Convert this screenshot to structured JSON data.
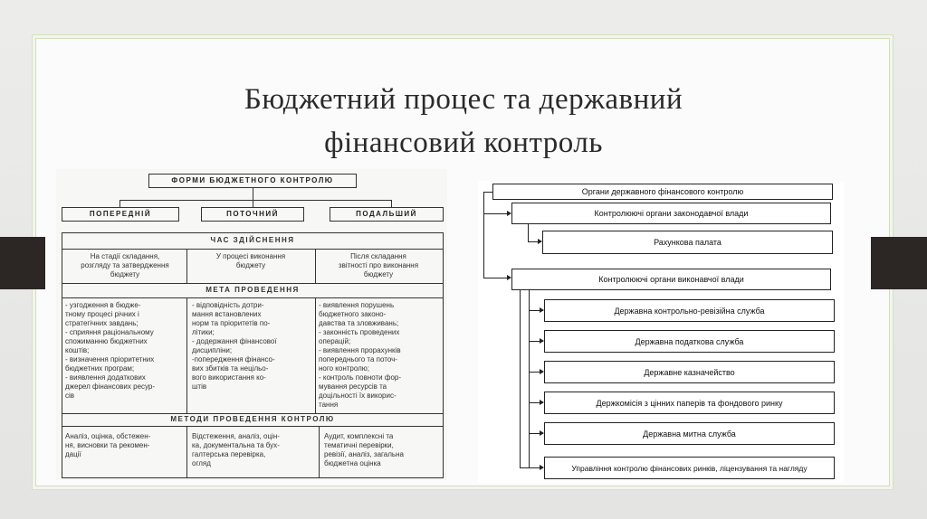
{
  "slide": {
    "title_line1": "Бюджетний процес та державний",
    "title_line2": "фінансовий контроль"
  },
  "left_diagram": {
    "top": "ФОРМИ БЮДЖЕТНОГО КОНТРОЛЮ",
    "forms": [
      "ПОПЕРЕДНІЙ",
      "ПОТОЧНИЙ",
      "ПОДАЛЬШИЙ"
    ],
    "time_header": "ЧАС ЗДІЙСНЕННЯ",
    "time": [
      [
        "На стадії складання,",
        "розгляду та затвердження",
        "бюджету"
      ],
      [
        "У процесі виконання",
        "бюджету"
      ],
      [
        "Після складання",
        "звітності про виконання",
        "бюджету"
      ]
    ],
    "purpose_header": "МЕТА ПРОВЕДЕННЯ",
    "purpose": [
      [
        "- узгодження в бюдже-",
        "тному процесі річних і",
        "стратегічних завдань;",
        "- сприяння раціональному",
        "спожиманню бюджетних",
        "коштів;",
        "- визначення пріоритетних",
        "бюджетних програм;",
        "- виявлення додаткових",
        "джерел фінансових ресур-",
        "сів"
      ],
      [
        "- відповідність дотри-",
        "мання встановлених",
        "норм та пріоритетів по-",
        "літики;",
        "- додержання фінансової",
        "дисципліни;",
        "-попередження фінансо-",
        "вих збитків та нецільо-",
        "вого використання ко-",
        "штів"
      ],
      [
        "- виявлення порушень",
        "бюджетного законо-",
        "давства та зловживань;",
        "- законність проведених",
        "операцій;",
        "- виявлення прорахунків",
        "попереднього та поточ-",
        "ного контролю;",
        "- контроль повноти фор-",
        "мування ресурсів та",
        "доцільності їх викорис-",
        "тання"
      ]
    ],
    "methods_header": "МЕТОДИ ПРОВЕДЕННЯ КОНТРОЛЮ",
    "methods": [
      [
        "Аналіз, оцінка, обстежен-",
        "ня, висновки та рекомен-",
        "дації"
      ],
      [
        "Відстеження, аналіз, оцін-",
        "ка, документальна та бух-",
        "галтерська перевірка,",
        "огляд"
      ],
      [
        "Аудит, комплексні та",
        "тематичні перевірки,",
        "ревізії, аналіз, загальна",
        "бюджетна оцінка"
      ]
    ]
  },
  "right_diagram": {
    "root": "Органи державного фінансового контролю",
    "legislative": "Контролюючі органи законодавчої влади",
    "legislative_items": [
      "Рахункова палата"
    ],
    "executive": "Контролюючі органи виконавчої влади",
    "executive_items": [
      "Державна контрольно-ревізійна служба",
      "Державна податкова служба",
      "Державне казначейство",
      "Держкомісія з цінних паперів та фондового ринку",
      "Державна митна служба",
      "Управління контролю фінансових ринків, ліцензування та нагляду"
    ]
  }
}
